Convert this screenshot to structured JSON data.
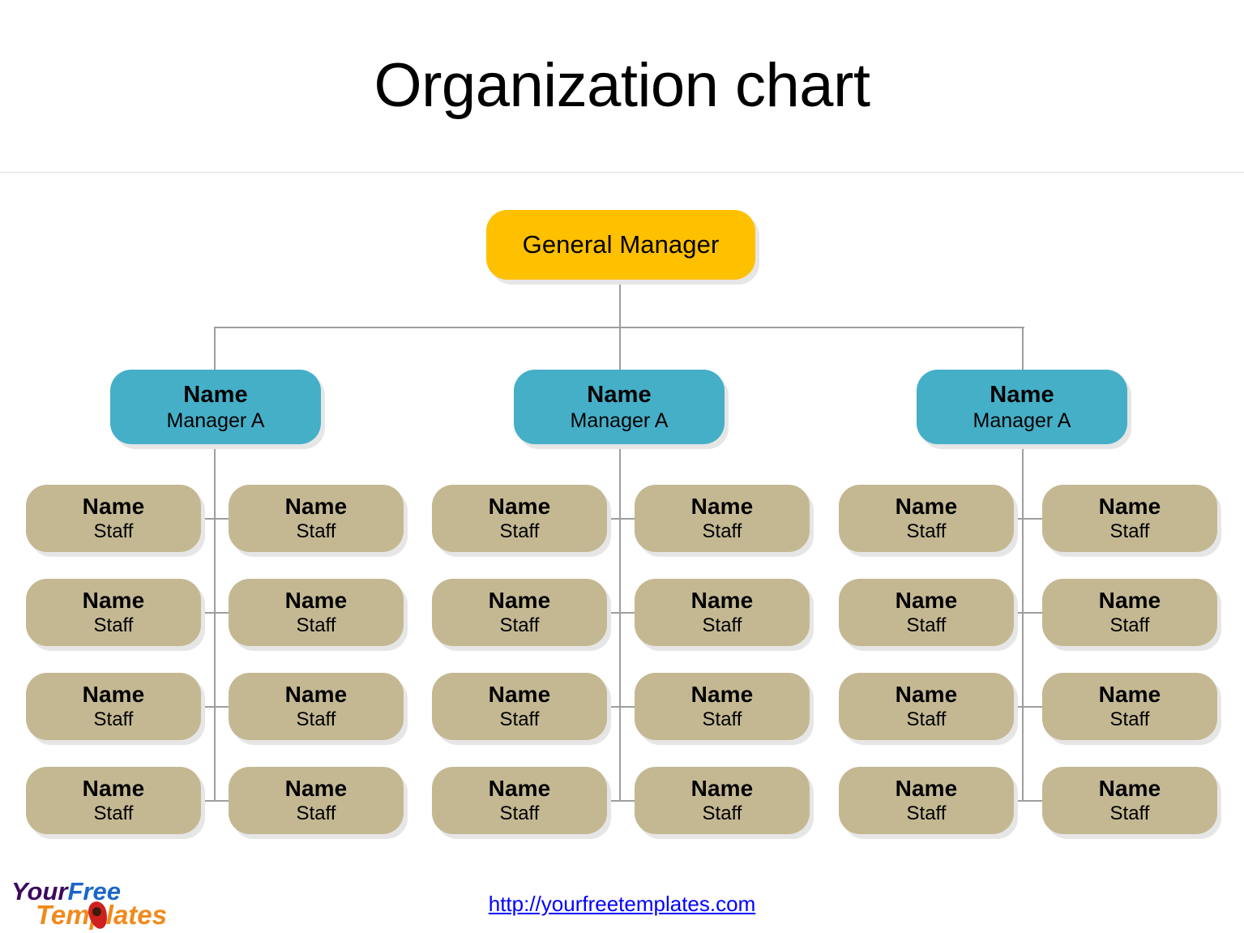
{
  "title": "Organization chart",
  "colors": {
    "top_node": "#FFC000",
    "manager_node": "#45AFC8",
    "staff_node": "#C4B893",
    "connector": "#9E9E9E",
    "link": "#0000FF",
    "divider": "#E2E2E2"
  },
  "chart_data": {
    "type": "diagram",
    "diagram_type": "org-chart",
    "title": "Organization chart",
    "levels": 3,
    "root": {
      "label": "General Manager"
    },
    "branches": [
      {
        "manager": {
          "name": "Name",
          "role": "Manager A"
        },
        "staff": [
          {
            "name": "Name",
            "role": "Staff"
          },
          {
            "name": "Name",
            "role": "Staff"
          },
          {
            "name": "Name",
            "role": "Staff"
          },
          {
            "name": "Name",
            "role": "Staff"
          },
          {
            "name": "Name",
            "role": "Staff"
          },
          {
            "name": "Name",
            "role": "Staff"
          },
          {
            "name": "Name",
            "role": "Staff"
          },
          {
            "name": "Name",
            "role": "Staff"
          }
        ]
      },
      {
        "manager": {
          "name": "Name",
          "role": "Manager A"
        },
        "staff": [
          {
            "name": "Name",
            "role": "Staff"
          },
          {
            "name": "Name",
            "role": "Staff"
          },
          {
            "name": "Name",
            "role": "Staff"
          },
          {
            "name": "Name",
            "role": "Staff"
          },
          {
            "name": "Name",
            "role": "Staff"
          },
          {
            "name": "Name",
            "role": "Staff"
          },
          {
            "name": "Name",
            "role": "Staff"
          },
          {
            "name": "Name",
            "role": "Staff"
          }
        ]
      },
      {
        "manager": {
          "name": "Name",
          "role": "Manager A"
        },
        "staff": [
          {
            "name": "Name",
            "role": "Staff"
          },
          {
            "name": "Name",
            "role": "Staff"
          },
          {
            "name": "Name",
            "role": "Staff"
          },
          {
            "name": "Name",
            "role": "Staff"
          },
          {
            "name": "Name",
            "role": "Staff"
          },
          {
            "name": "Name",
            "role": "Staff"
          },
          {
            "name": "Name",
            "role": "Staff"
          },
          {
            "name": "Name",
            "role": "Staff"
          }
        ]
      }
    ]
  },
  "footer": {
    "url": "http://yourfreetemplates.com",
    "logo": {
      "word1": "Your",
      "word2": "Free",
      "word3": "Templates"
    }
  }
}
